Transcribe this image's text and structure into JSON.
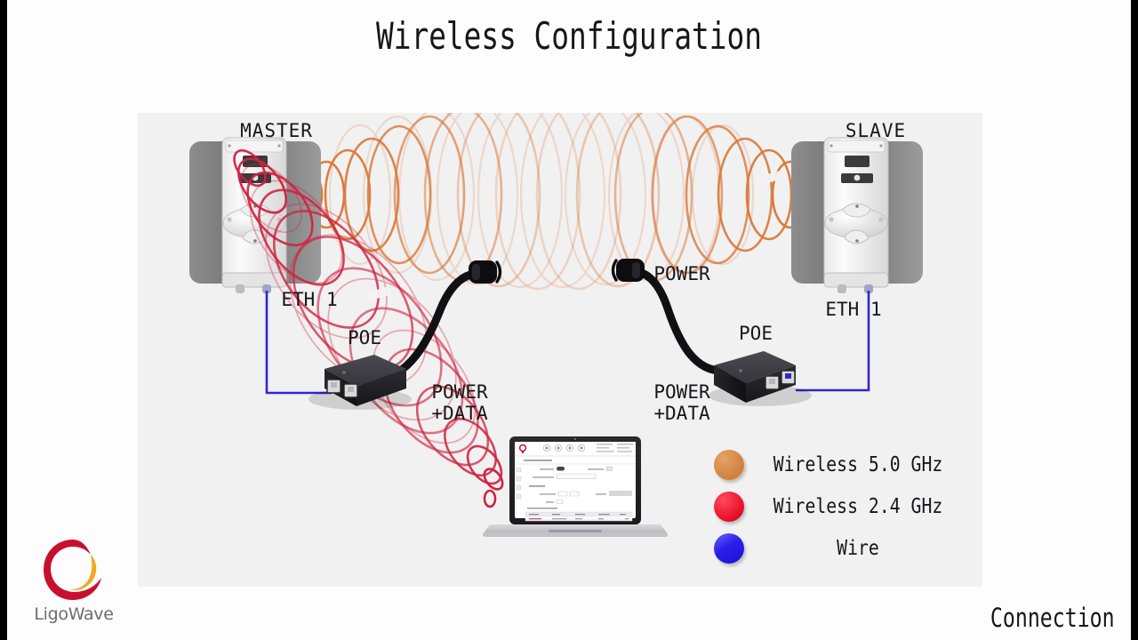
{
  "slide": {
    "title": "Wireless Configuration",
    "footer_label": "Connection",
    "brand": {
      "name": "LigoWave",
      "mark_color_primary": "#c8102e",
      "mark_color_secondary": "#f0a81e"
    },
    "background_color": "#fdfdfd",
    "panel_color": "#f1f1f1",
    "letterbox_color": "#000000"
  },
  "diagram": {
    "devices": [
      {
        "id": "master",
        "label": "MASTER",
        "port_label": "ETH 1"
      },
      {
        "id": "slave",
        "label": "SLAVE",
        "port_label": "ETH 1"
      }
    ],
    "injectors": [
      {
        "id": "poe-left",
        "label": "POE",
        "cable_label": "POWER\n+DATA",
        "cable_label_line1": "POWER",
        "cable_label_line2": "+DATA"
      },
      {
        "id": "poe-right",
        "label": "POE",
        "cable_label": "POWER\n+DATA",
        "cable_label_line1": "POWER",
        "cable_label_line2": "+DATA"
      }
    ],
    "power_label": "POWER",
    "laptop": {
      "screen_title": "LigoWave configuration interface",
      "nav_icon_count": 4
    },
    "links": [
      {
        "from": "master",
        "to": "slave",
        "type": "wireless",
        "band": "5.0 GHz",
        "color": "#d8793a"
      },
      {
        "from": "master",
        "to": "laptop",
        "type": "wireless",
        "band": "2.4 GHz",
        "color": "#d8213c"
      },
      {
        "from": "master",
        "to": "poe-left",
        "type": "wire",
        "color": "#3326cc"
      },
      {
        "from": "slave",
        "to": "poe-right",
        "type": "wire",
        "color": "#3326cc"
      }
    ]
  },
  "legend": {
    "items": [
      {
        "label": "Wireless 5.0 GHz",
        "color": "#d2803c",
        "color_light": "#e2a468",
        "icon": "circle-icon"
      },
      {
        "label": "Wireless 2.4 GHz",
        "color": "#e8102a",
        "color_light": "#ff4a5c",
        "icon": "circle-icon"
      },
      {
        "label": "Wire",
        "color": "#1a14d8",
        "color_light": "#6a62ff",
        "icon": "circle-icon"
      }
    ]
  }
}
